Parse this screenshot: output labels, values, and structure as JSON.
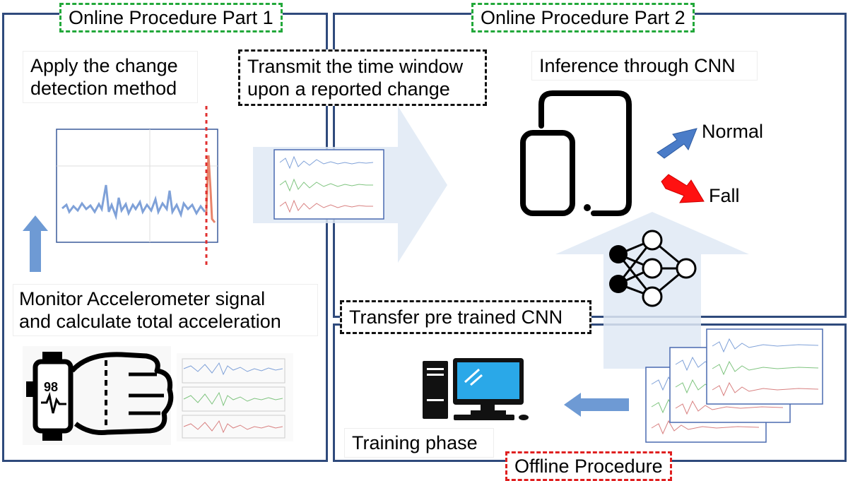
{
  "labels": {
    "part1": "Online Procedure Part 1",
    "part2": "Online Procedure Part 2",
    "offline": "Offline Procedure",
    "apply_line1": "Apply the change",
    "apply_line2": "detection method",
    "transmit_line1": "Transmit the time window",
    "transmit_line2": "upon a reported change",
    "inference": "Inference through CNN",
    "normal": "Normal",
    "fall": "Fall",
    "monitor_line1": "Monitor Accelerometer signal",
    "monitor_line2": "and calculate total acceleration",
    "transfer": "Transfer pre trained CNN",
    "training": "Training phase",
    "watch_display": "98"
  },
  "colors": {
    "panel_border": "#2f4a7c",
    "green_dash": "#22a83a",
    "red_dash": "#e02020",
    "signal_blue": "#7fa1d8",
    "signal_green": "#7fc47f",
    "signal_red": "#d88080",
    "arrow_blue": "#5b8ed0",
    "fall_red": "#ff1111",
    "change_marker": "#e03030"
  },
  "icons": [
    "smartwatch-hand-icon",
    "mobile-device-icon",
    "neural-network-icon",
    "desktop-computer-icon",
    "normal-arrow-icon",
    "fall-arrow-icon"
  ]
}
